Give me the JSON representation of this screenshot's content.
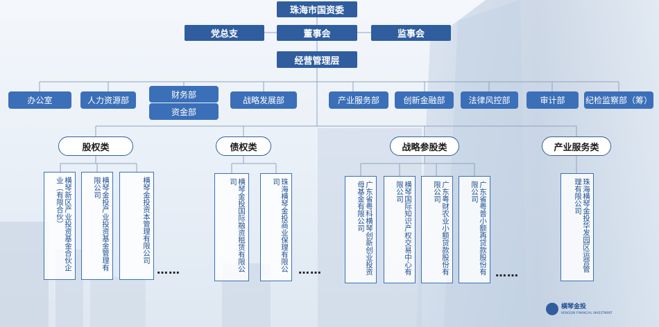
{
  "top": {
    "sasac": "珠海市国资委",
    "party": "党总支",
    "board": "董事会",
    "supervisors": "监事会",
    "management": "经营管理层"
  },
  "departments": {
    "office": "办公室",
    "hr": "人力资源部",
    "finance": "财务部",
    "treasury": "资金部",
    "strategy": "战略发展部",
    "industry_service": "产业服务部",
    "innovative_finance": "创新金融部",
    "legal_risk": "法律风控部",
    "audit": "审计部",
    "discipline": "纪检监察部（筹）"
  },
  "categories": {
    "equity": "股权类",
    "debt": "债权类",
    "strategic": "战略参股类",
    "industry": "产业服务类"
  },
  "companies": {
    "equity_1": "横琴新区产业投资基金合伙企业（有限合伙）",
    "equity_2": "横琴金投产业投资基金管理有限公司",
    "equity_3": "横琴金投资本管理有限公司",
    "debt_1": "横琴金投国际融资租赁有限公司",
    "debt_2": "珠海横琴金投商业保理有限公司",
    "strategic_1": "广东省粤科横琴创新创业投资母基金有限公司",
    "strategic_2": "横琴国际知识产权交易中心有限公司",
    "strategic_3": "广东粤财农业小额贷款股份有限公司",
    "strategic_4": "广东省粤普小额再贷款股份有限公司",
    "industry_1": "珠海横琴金投华发园区运营管理有限公司"
  },
  "ellipses": {
    "equity": "……",
    "debt": "……",
    "strategic": "……"
  },
  "logo": {
    "name": "横琴金投",
    "english": "HENGQIN FINANCIAL INVESTMENT"
  },
  "colors": {
    "primary": "#2f5d9e",
    "department": "#3b6fb8",
    "line": "#8fa3bf"
  }
}
